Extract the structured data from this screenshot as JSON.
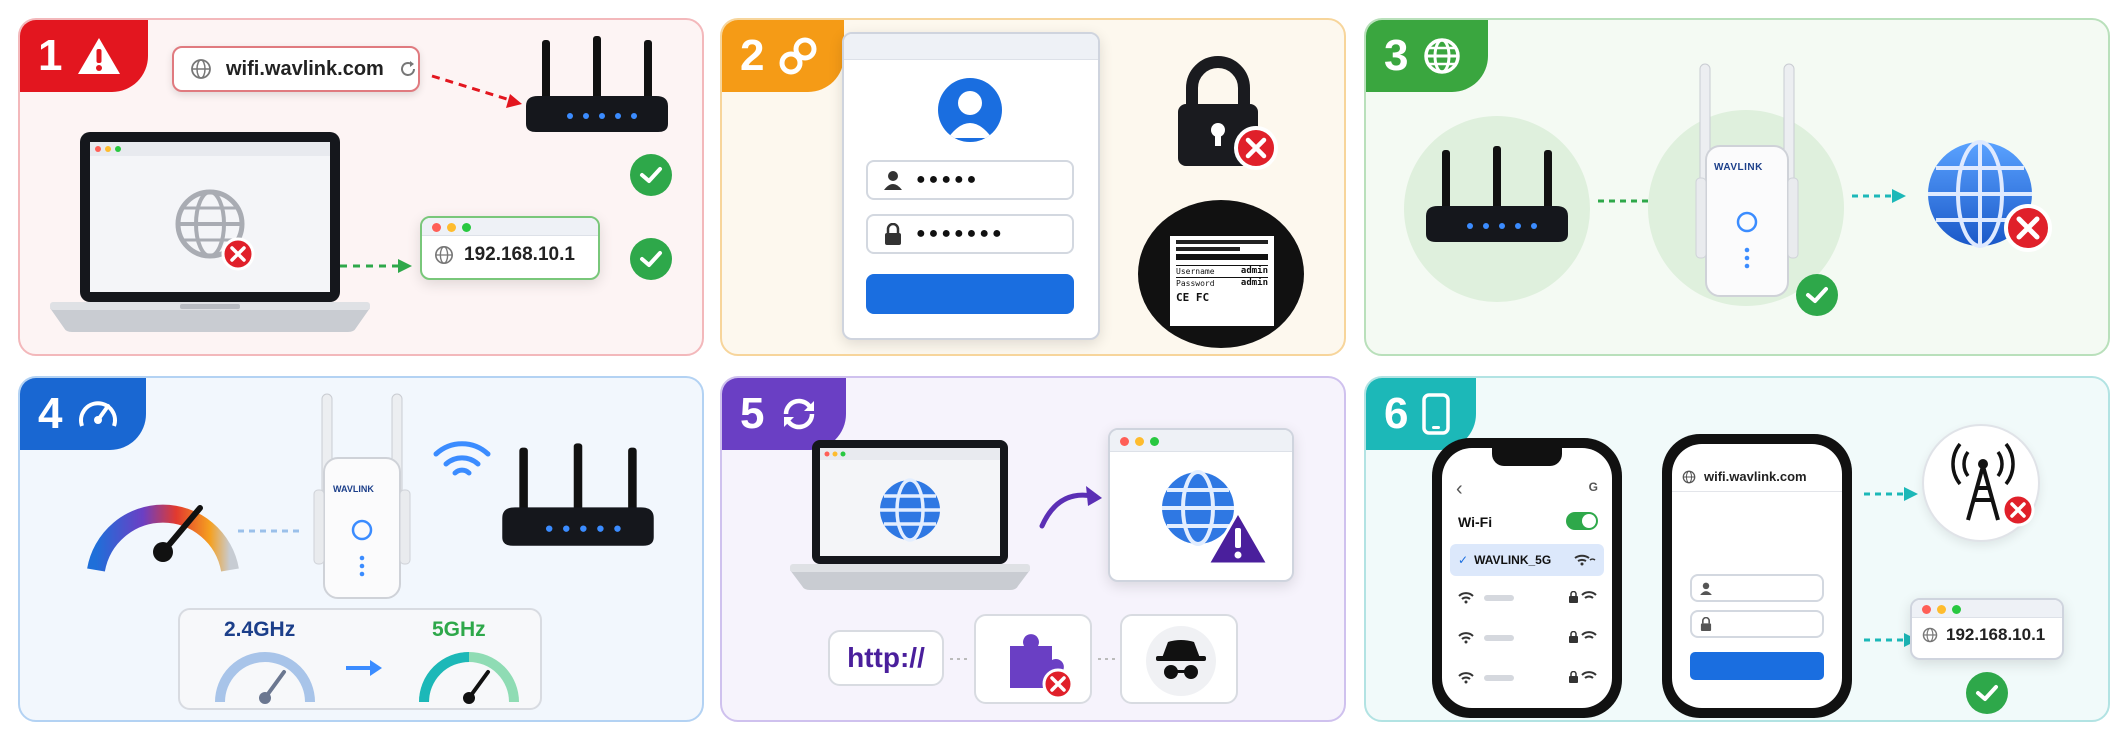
{
  "steps": [
    {
      "number": "1",
      "color": "#e3161f",
      "border": "#f3b8bb",
      "bg": "#fdf4f4",
      "icon": "warning-icon"
    },
    {
      "number": "2",
      "color": "#f59b16",
      "border": "#f7d59b",
      "bg": "#fdf8ee",
      "icon": "link-icon"
    },
    {
      "number": "3",
      "color": "#3aa63f",
      "border": "#b9e0bb",
      "bg": "#f4faf3",
      "icon": "globe-icon"
    },
    {
      "number": "4",
      "color": "#1967d2",
      "border": "#b3d2f3",
      "bg": "#f2f7fd",
      "icon": "speedometer-icon"
    },
    {
      "number": "5",
      "color": "#6a3fc4",
      "border": "#cfc1ee",
      "bg": "#f6f3fc",
      "icon": "refresh-icon"
    },
    {
      "number": "6",
      "color": "#1cb8b8",
      "border": "#b2e3e3",
      "bg": "#f1fafa",
      "icon": "smartphone-icon"
    }
  ],
  "panel1": {
    "url_text": "wifi.wavlink.com",
    "ip_text": "192.168.10.1"
  },
  "panel2": {
    "username_mask": "●●●●●",
    "password_mask": "●●●●●●●",
    "label_rows": [
      "Username",
      "admin",
      "Password",
      "admin"
    ],
    "cert_marks": "CE FC"
  },
  "panel3": {
    "extender_brand": "WAVLINK"
  },
  "panel4": {
    "extender_brand": "WAVLINK",
    "band_24": "2.4GHz",
    "band_5": "5GHz"
  },
  "panel5": {
    "http_text": "http://"
  },
  "panel6": {
    "wifi_title": "Wi-Fi",
    "ssid": "WAVLINK_5G",
    "phone_url": "wifi.wavlink.com",
    "ip_text": "192.168.10.1"
  },
  "colors": {
    "green": "#2ea84a",
    "red": "#e0202a",
    "blue": "#1a6ee0",
    "purple": "#5b2fb5"
  }
}
